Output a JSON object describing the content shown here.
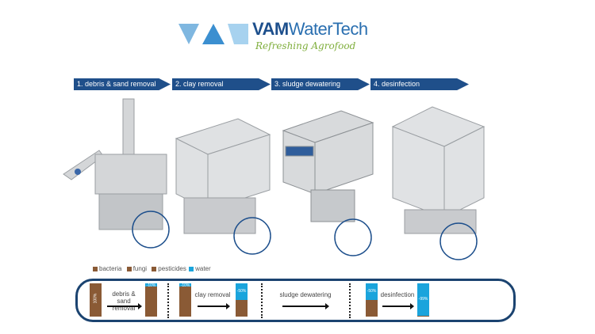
{
  "logo": {
    "brand_bold": "VAM",
    "brand_rest": "WaterTech",
    "tagline": "Refreshing Agrofood"
  },
  "steps": [
    "1. debris & sand removal",
    "2. clay removal",
    "3. sludge dewatering",
    "4. desinfection"
  ],
  "legend": [
    {
      "label": "bacteria",
      "color": "#8a5a35"
    },
    {
      "label": "fungi",
      "color": "#8a5a35"
    },
    {
      "label": "pesticides",
      "color": "#8a5a35"
    },
    {
      "label": "water",
      "color": "#1aa4dc"
    }
  ],
  "flow": {
    "labels": [
      "debris & sand removal",
      "clay removal",
      "sludge dewatering",
      "desinfection"
    ],
    "bars": [
      {
        "label": "100%",
        "water_fraction": 0
      },
      {
        "label": "-10%",
        "water_fraction": 0.1
      },
      {
        "label": "-10%",
        "water_fraction": 0.1
      },
      {
        "label": "-50%",
        "water_fraction": 0.5
      },
      {
        "label": "-50%",
        "water_fraction": 0.5
      },
      {
        "label": "-99%",
        "water_fraction": 0.97
      }
    ]
  },
  "colors": {
    "banner": "#1f4f8a",
    "frame": "#1b4370",
    "circle": "#1d4f8c"
  }
}
